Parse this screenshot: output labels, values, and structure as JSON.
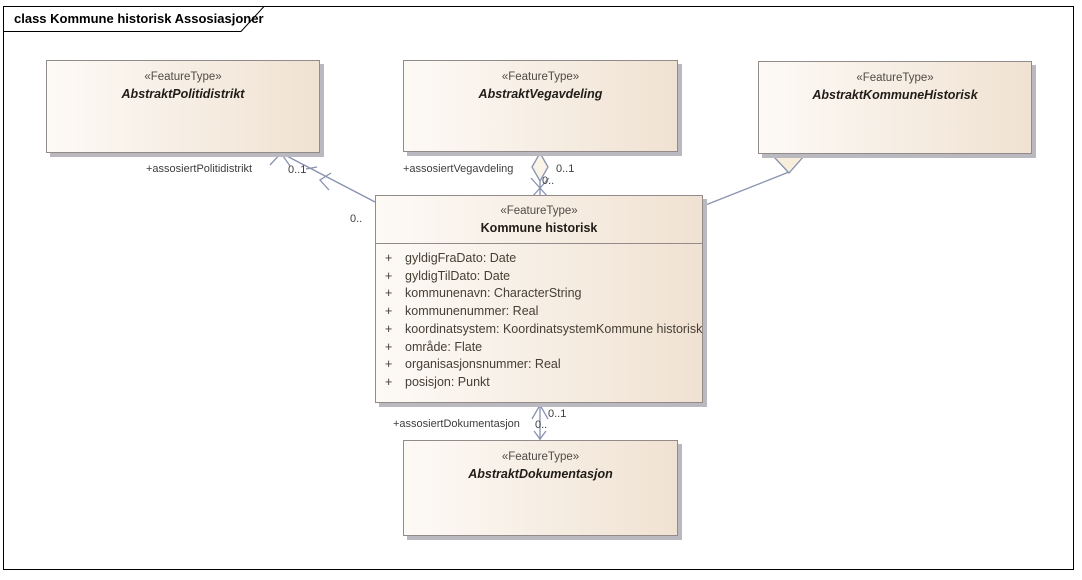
{
  "frame": {
    "title": "class Kommune historisk Assosiasjoner"
  },
  "boxes": {
    "politidistrikt": {
      "stereotype": "«FeatureType»",
      "name": "AbstraktPolitidistrikt"
    },
    "vegavdeling": {
      "stereotype": "«FeatureType»",
      "name": "AbstraktVegavdeling"
    },
    "kommune_abstrakt": {
      "stereotype": "«FeatureType»",
      "name": "AbstraktKommuneHistorisk"
    },
    "dokumentasjon": {
      "stereotype": "«FeatureType»",
      "name": "AbstraktDokumentasjon"
    },
    "kommune": {
      "stereotype": "«FeatureType»",
      "name": "Kommune historisk",
      "attributes": [
        {
          "vis": "+",
          "text": "gyldigFraDato: Date"
        },
        {
          "vis": "+",
          "text": "gyldigTilDato: Date"
        },
        {
          "vis": "+",
          "text": "kommunenavn: CharacterString"
        },
        {
          "vis": "+",
          "text": "kommunenummer: Real"
        },
        {
          "vis": "+",
          "text": "koordinatsystem: KoordinatsystemKommune historisk"
        },
        {
          "vis": "+",
          "text": "område: Flate"
        },
        {
          "vis": "+",
          "text": "organisasjonsnummer: Real"
        },
        {
          "vis": "+",
          "text": "posisjon: Punkt"
        }
      ]
    }
  },
  "connectors": {
    "politidistrikt": {
      "role": "+assosiertPolitidistrikt",
      "mult_target": "0..1",
      "mult_source": "0.."
    },
    "vegavdeling": {
      "role": "+assosiertVegavdeling",
      "mult_target": "0..1",
      "mult_source": "0.."
    },
    "dokumentasjon": {
      "role": "+assosiertDokumentasjon",
      "mult_target": "0..1",
      "mult_source": "0.."
    }
  },
  "colors": {
    "connector_line": "#8892b0",
    "box_border": "#938a8a",
    "box_fill_left": "#fdfaf6",
    "box_fill_right": "#f0e2d2",
    "box_shadow": "#b9b9bf",
    "triangle_fill": "#f8eedb",
    "frame_border": "#000000"
  }
}
